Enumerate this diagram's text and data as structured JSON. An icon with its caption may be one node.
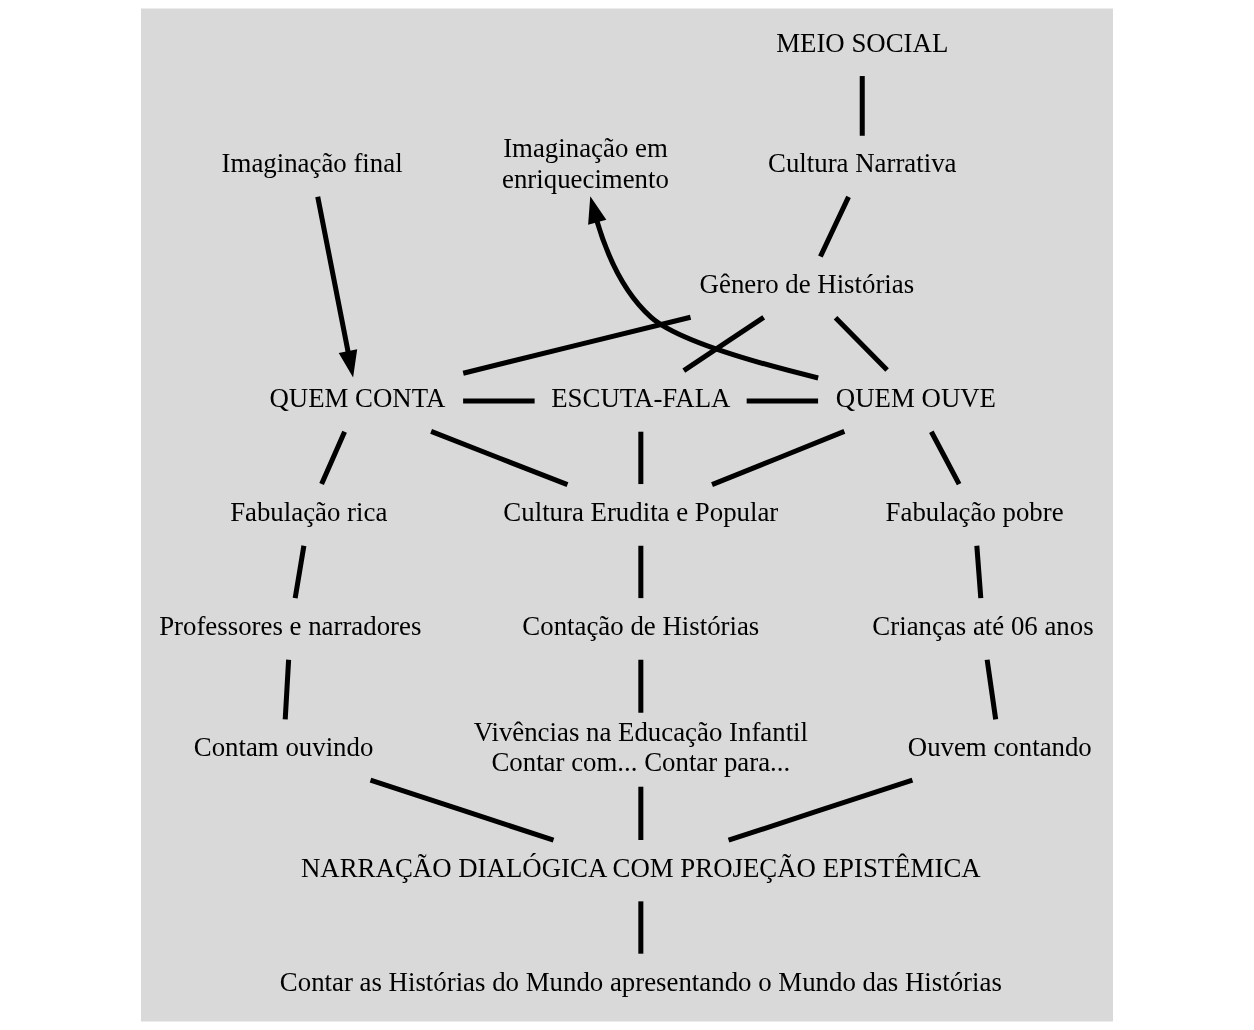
{
  "diagram": {
    "nodes": [
      {
        "text": [
          "MEIO SOCIAL"
        ]
      },
      {
        "text": [
          "Cultura Narrativa"
        ]
      },
      {
        "text": [
          "Gênero de Histórias"
        ]
      },
      {
        "text": [
          "Imaginação final"
        ]
      },
      {
        "text": [
          "Imaginação em enriquecimento"
        ]
      },
      {
        "text": [
          "QUEM CONTA"
        ]
      },
      {
        "text": [
          "ESCUTA-FALA"
        ]
      },
      {
        "text": [
          "QUEM OUVE"
        ]
      },
      {
        "text": [
          "Fabulação rica"
        ]
      },
      {
        "text": [
          "Cultura Erudita e Popular"
        ]
      },
      {
        "text": [
          "Fabulação pobre"
        ]
      },
      {
        "text": [
          "Professores e narradores"
        ]
      },
      {
        "text": [
          "Contação de Histórias"
        ]
      },
      {
        "text": [
          "Crianças até 06 anos"
        ]
      },
      {
        "text": [
          "Contam ouvindo"
        ]
      },
      {
        "text": [
          "Vivências na Educação Infantil Contar com... Contar para..."
        ]
      },
      {
        "text": [
          "Ouvem contando"
        ]
      },
      {
        "text": [
          "NARRAÇÃO DIALÓGICA COM PROJEÇÃO EPISTÊMICA"
        ]
      },
      {
        "text": [
          "Contar as Histórias do Mundo apresentando o Mundo das Histórias"
        ]
      }
    ],
    "edges": [
      {
        "from": 0,
        "to": 1,
        "arrow": "none"
      },
      {
        "from": 1,
        "to": 2,
        "arrow": "none"
      },
      {
        "from": 2,
        "to": 5,
        "arrow": "none"
      },
      {
        "from": 2,
        "to": 6,
        "arrow": "none"
      },
      {
        "from": 2,
        "to": 7,
        "arrow": "none"
      },
      {
        "from": 3,
        "to": 5,
        "arrow": "to"
      },
      {
        "from": 7,
        "to": 4,
        "arrow": "to"
      },
      {
        "from": 5,
        "to": 6,
        "arrow": "none"
      },
      {
        "from": 6,
        "to": 7,
        "arrow": "none"
      },
      {
        "from": 5,
        "to": 8,
        "arrow": "none"
      },
      {
        "from": 5,
        "to": 9,
        "arrow": "none"
      },
      {
        "from": 6,
        "to": 9,
        "arrow": "none"
      },
      {
        "from": 7,
        "to": 9,
        "arrow": "none"
      },
      {
        "from": 7,
        "to": 10,
        "arrow": "none"
      },
      {
        "from": 8,
        "to": 11,
        "arrow": "none"
      },
      {
        "from": 9,
        "to": 12,
        "arrow": "none"
      },
      {
        "from": 10,
        "to": 13,
        "arrow": "none"
      },
      {
        "from": 11,
        "to": 14,
        "arrow": "none"
      },
      {
        "from": 12,
        "to": 15,
        "arrow": "none"
      },
      {
        "from": 13,
        "to": 16,
        "arrow": "none"
      },
      {
        "from": 14,
        "to": 17,
        "arrow": "none"
      },
      {
        "from": 15,
        "to": 17,
        "arrow": "none"
      },
      {
        "from": 16,
        "to": 17,
        "arrow": "none"
      },
      {
        "from": 17,
        "to": 18,
        "arrow": "none"
      }
    ]
  }
}
